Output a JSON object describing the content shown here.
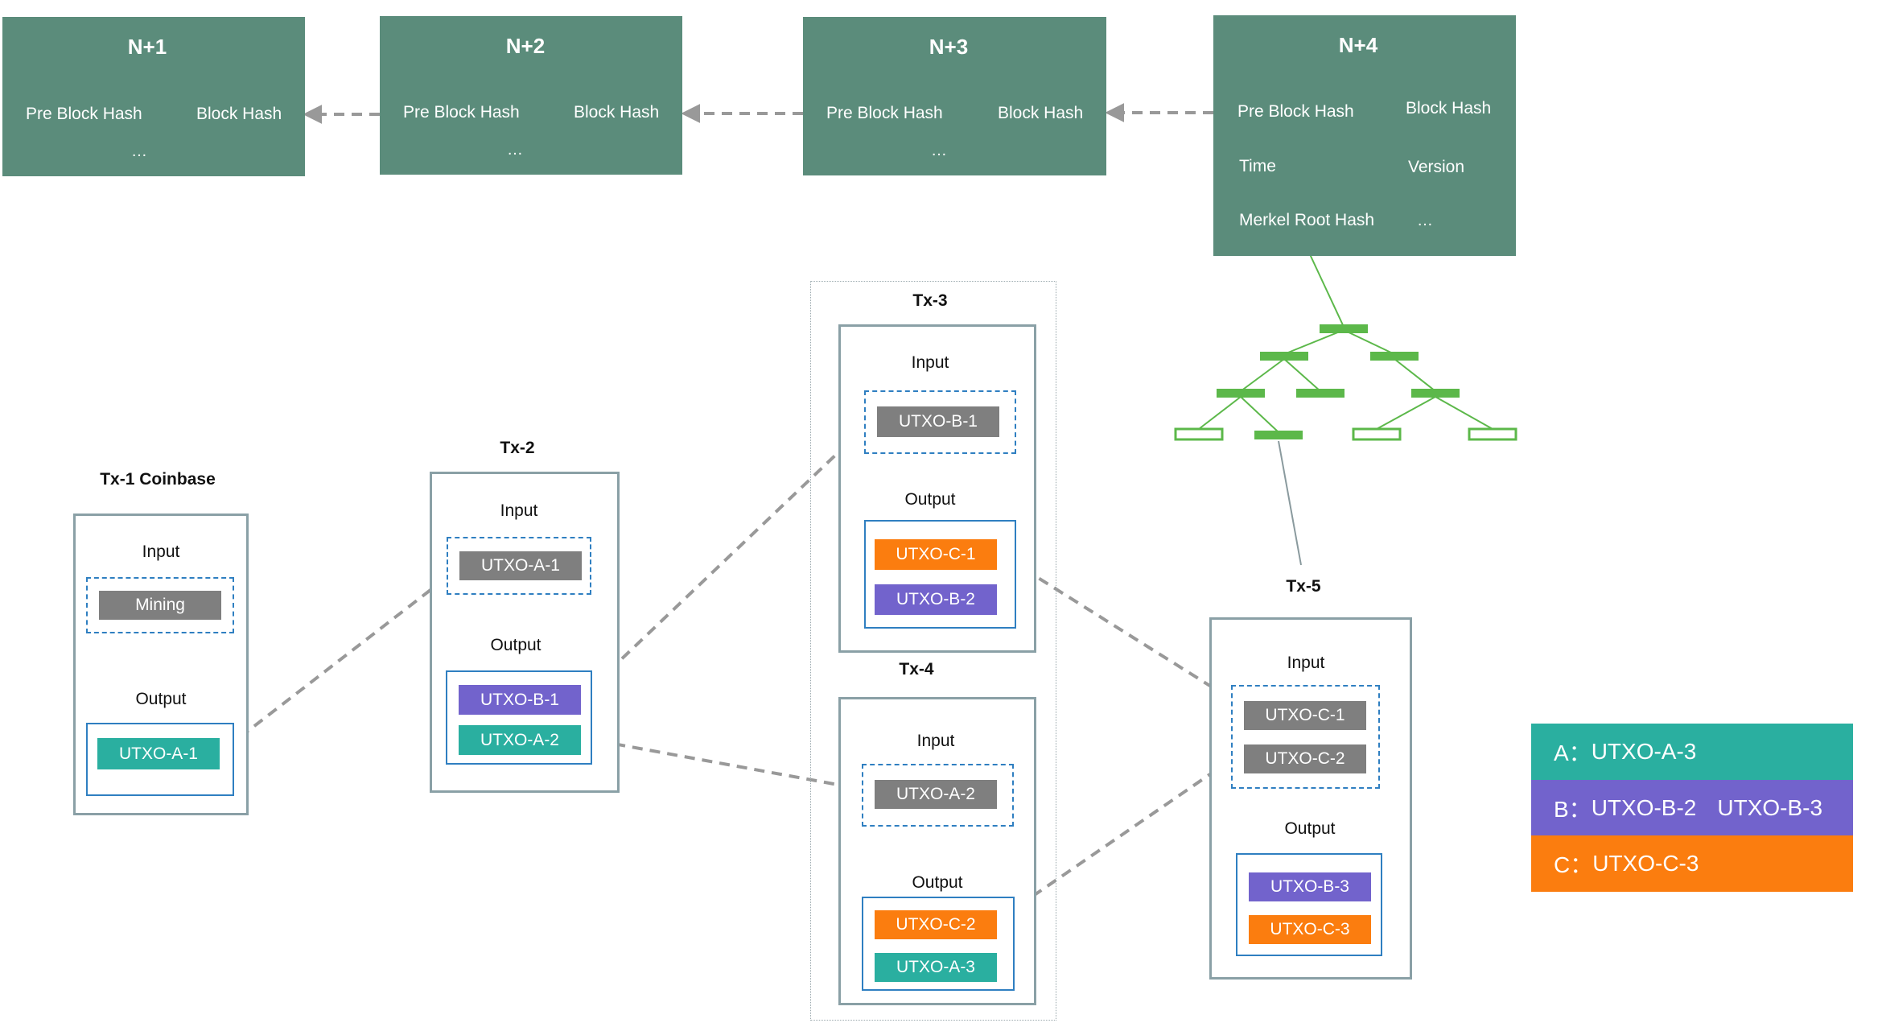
{
  "colors": {
    "block": "#5b8c7b",
    "tx_border": "#8aa0a6",
    "io_border": "#2f7fc1",
    "gray": "#7f7f7f",
    "purple": "#7263cc",
    "teal": "#2aafa0",
    "orange": "#fb7d0f",
    "merkle_green": "#5cb84a",
    "arrow": "#999999"
  },
  "blocks": [
    {
      "title": "N+1",
      "pre_hash": "Pre Block Hash",
      "hash": "Block Hash",
      "more": "…"
    },
    {
      "title": "N+2",
      "pre_hash": "Pre Block Hash",
      "hash": "Block Hash",
      "more": "…"
    },
    {
      "title": "N+3",
      "pre_hash": "Pre Block Hash",
      "hash": "Block Hash",
      "more": "…"
    },
    {
      "title": "N+4",
      "pre_hash": "Pre Block Hash",
      "hash": "Block Hash",
      "time": "Time",
      "version": "Version",
      "merkle": "Merkel Root Hash",
      "more": "…"
    }
  ],
  "section_labels": {
    "input": "Input",
    "output": "Output"
  },
  "transactions": {
    "tx1": {
      "title": "Tx-1 Coinbase",
      "inputs": [
        "Mining"
      ],
      "outputs": [
        "UTXO-A-1"
      ]
    },
    "tx2": {
      "title": "Tx-2",
      "inputs": [
        "UTXO-A-1"
      ],
      "outputs": [
        "UTXO-B-1",
        "UTXO-A-2"
      ]
    },
    "tx3": {
      "title": "Tx-3",
      "inputs": [
        "UTXO-B-1"
      ],
      "outputs": [
        "UTXO-C-1",
        "UTXO-B-2"
      ]
    },
    "tx4": {
      "title": "Tx-4",
      "inputs": [
        "UTXO-A-2"
      ],
      "outputs": [
        "UTXO-C-2",
        "UTXO-A-3"
      ]
    },
    "tx5": {
      "title": "Tx-5",
      "inputs": [
        "UTXO-C-1",
        "UTXO-C-2"
      ],
      "outputs": [
        "UTXO-B-3",
        "UTXO-C-3"
      ]
    }
  },
  "legend": [
    {
      "key": "A：",
      "values": [
        "UTXO-A-3"
      ],
      "color": "#2aafa0"
    },
    {
      "key": "B：",
      "values": [
        "UTXO-B-2",
        "UTXO-B-3"
      ],
      "color": "#7263cc"
    },
    {
      "key": "C：",
      "values": [
        "UTXO-C-3"
      ],
      "color": "#fb7d0f"
    }
  ]
}
